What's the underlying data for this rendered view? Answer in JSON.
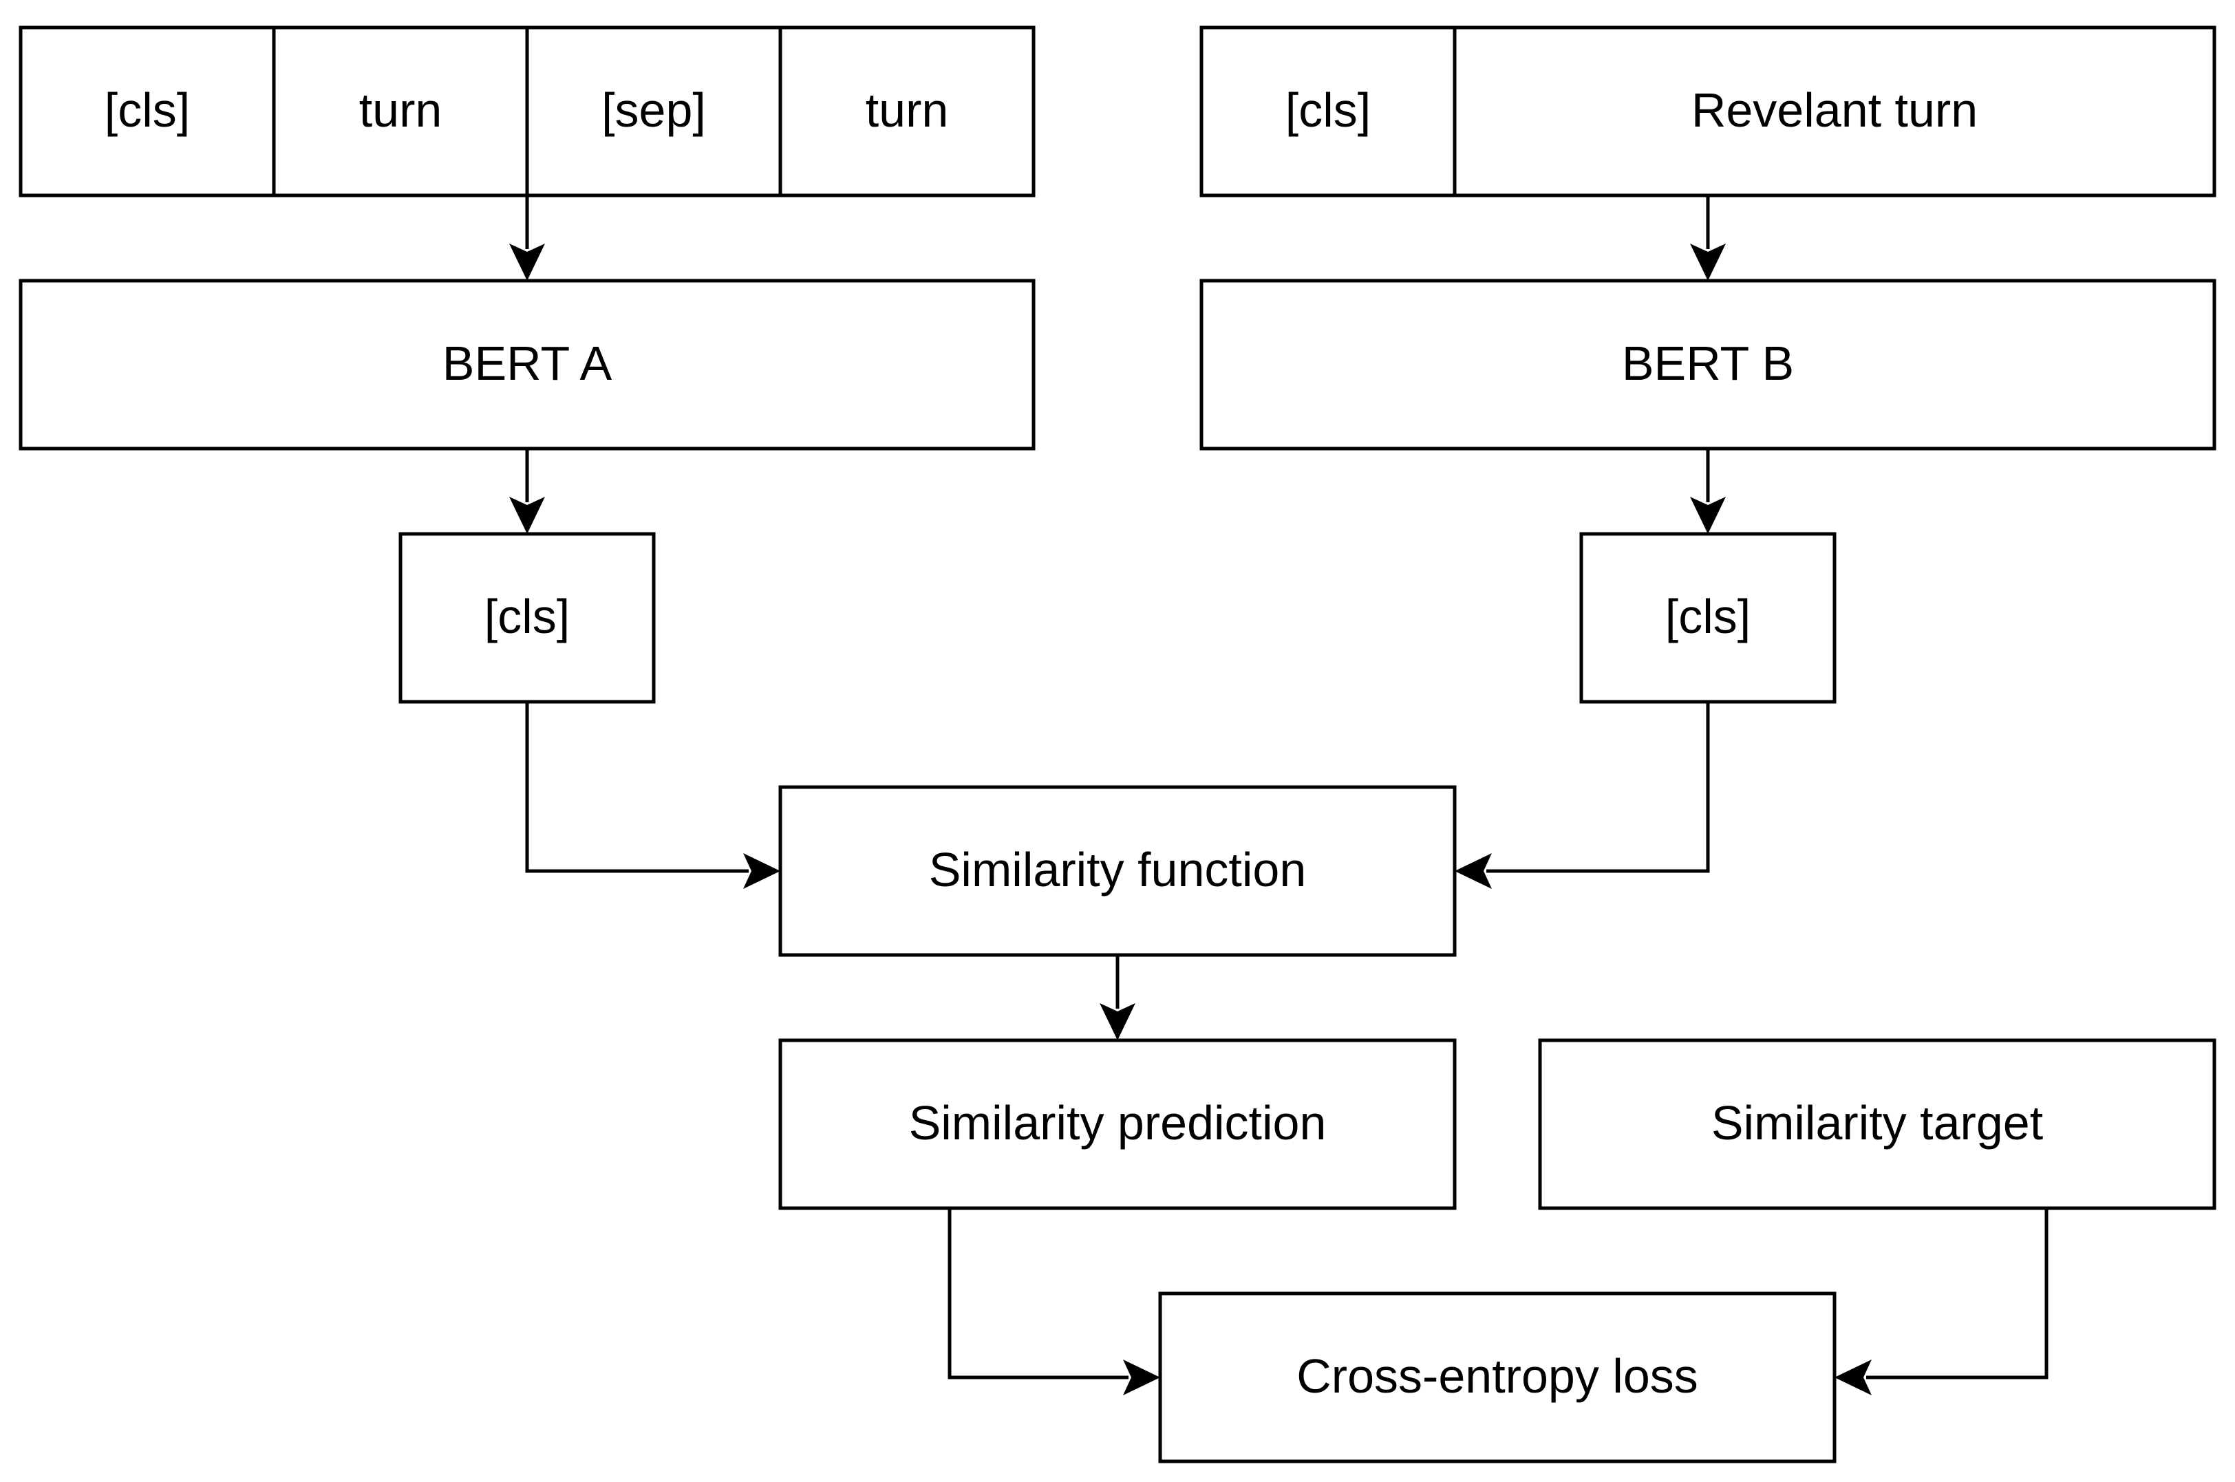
{
  "diagram": {
    "input_a": {
      "cells": [
        "[cls]",
        "turn",
        "[sep]",
        "turn"
      ]
    },
    "input_b": {
      "cells": [
        "[cls]",
        "Revelant turn"
      ]
    },
    "encoder_a": "BERT A",
    "encoder_b": "BERT B",
    "output_a": "[cls]",
    "output_b": "[cls]",
    "similarity_function": "Similarity function",
    "similarity_prediction": "Similarity prediction",
    "similarity_target": "Similarity target",
    "loss": "Cross-entropy loss"
  }
}
